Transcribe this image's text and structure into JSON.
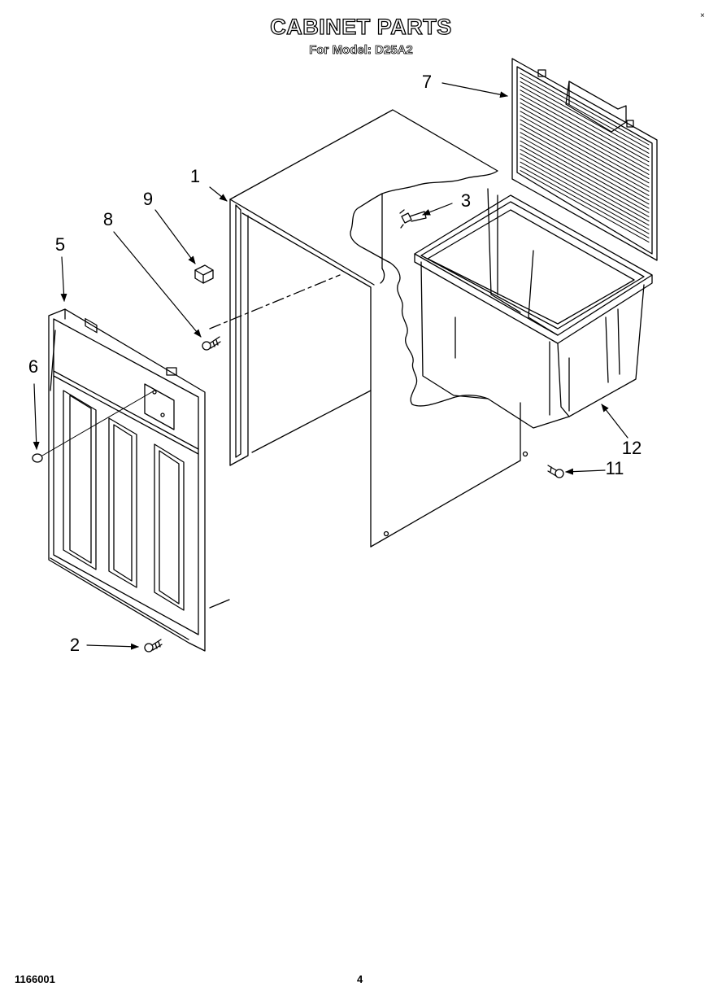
{
  "header": {
    "title": "CABINET PARTS",
    "subtitle": "For Model: D25A2",
    "corner_mark": "×"
  },
  "callouts": [
    {
      "id": "1",
      "label": "1"
    },
    {
      "id": "2",
      "label": "2"
    },
    {
      "id": "3",
      "label": "3"
    },
    {
      "id": "5",
      "label": "5"
    },
    {
      "id": "6",
      "label": "6"
    },
    {
      "id": "7",
      "label": "7"
    },
    {
      "id": "8",
      "label": "8"
    },
    {
      "id": "9",
      "label": "9"
    },
    {
      "id": "11",
      "label": "11"
    },
    {
      "id": "12",
      "label": "12"
    }
  ],
  "footer": {
    "document_number": "1166001",
    "page_number": "4"
  }
}
